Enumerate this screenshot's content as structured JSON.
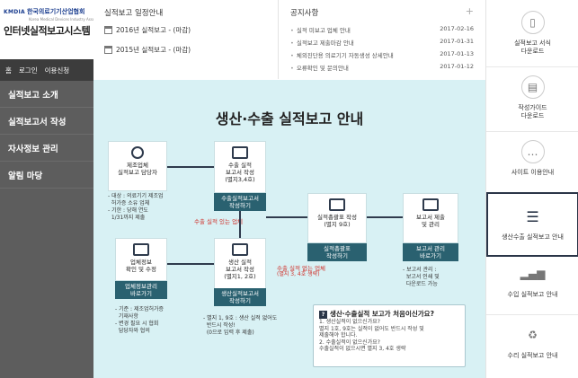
{
  "sidebar": {
    "logo": {
      "mark": "KMDIA",
      "org": "한국의료기기산업협회",
      "org_en": "Korea Medical Devices Industry Association",
      "title": "인터넷실적보고시스템"
    },
    "toplinks": [
      "홈",
      "로그인",
      "이용신청"
    ],
    "items": [
      {
        "label": "실적보고 소개"
      },
      {
        "label": "실적보고서 작성"
      },
      {
        "label": "자사정보 관리"
      },
      {
        "label": "알림 마당"
      }
    ]
  },
  "schedule": {
    "title": "실적보고 일정안내",
    "items": [
      "2016년 실적보고 - (마감)",
      "2015년 실적보고 - (마감)"
    ]
  },
  "notice": {
    "title": "공지사항",
    "more": "+",
    "items": [
      {
        "text": "실적 미보고 업체 안내",
        "date": "2017-02-16"
      },
      {
        "text": "실적보고 제출마감 안내",
        "date": "2017-01-31"
      },
      {
        "text": "체외진단용 의료기기 자동생성 상세안내",
        "date": "2017-01-13"
      },
      {
        "text": "오류확인 및 문의안내",
        "date": "2017-01-12"
      }
    ]
  },
  "rightnav": [
    {
      "label": "실적보고 서식\n다운로드",
      "icon": "document-icon"
    },
    {
      "label": "작성가이드\n다운로드",
      "icon": "guide-icon"
    },
    {
      "label": "사이트 이용안내",
      "icon": "chat-icon"
    },
    {
      "label": "생산수출 실적보고 안내",
      "icon": "database-icon",
      "selected": true
    },
    {
      "label": "수입 실적보고 안내",
      "icon": "bar-chart-icon"
    },
    {
      "label": "수리 실적보고 안내",
      "icon": "recycle-icon"
    }
  ],
  "diagram": {
    "title": "생산·수출 실적보고 안내",
    "steps": {
      "manager": "제조업체\n실적보고 담당자",
      "company": "업체정보\n확인 및 수정",
      "report1": "수출 실적\n보고서 작성\n(별지3,4호)",
      "report2": "생산 실적\n보고서 작성\n(별지1, 2호)",
      "summary": "실적총괄표 작성\n(별지 9호)",
      "submit": "보고서 제출\n및 관리"
    },
    "bars": {
      "company": "업체정보관리\n바로가기",
      "report1": "수출실적보고서\n작성하기",
      "report2": "생산실적보고서\n작성하기",
      "summary": "실적총괄표\n작성하기",
      "submit": "보고서 관리\n바로가기"
    },
    "notes": {
      "manager": "- 대상 : 의료기기 제조업\n  허가증 소유 업체\n- 기한 : 당해 연도\n  1/31까지 제출",
      "company": "- 기준 : 제조업허가증\n  기재사항\n- 변경 필요 시 협회\n  담당자와 협의",
      "report2": "- 별지 1, 9호 : 생산 실적 없어도\n  반드시 작성!\n  (0으로 입력 후 제출)",
      "submit": "- 보고서 관리 :\n  보고서 인쇄 및\n  다운로드 가능"
    },
    "red": {
      "export_yes": "수출 실적 있는 업체",
      "export_no": "수출 실적 없는 업체",
      "export_no_sub": "(별지 3, 4호 생략)"
    },
    "faq": {
      "title": "생산·수출실적 보고가 처음이신가요?",
      "lines": [
        "1. 생산실적이 없으신가요?",
        "   별지 1호, 9호는 실적이 없어도 반드시 작성 및",
        "   제출해야 합니다.",
        "2. 수출실적이 없으신가요?",
        "   수출실적이 없으시면 별지 3, 4호 생략"
      ]
    }
  }
}
